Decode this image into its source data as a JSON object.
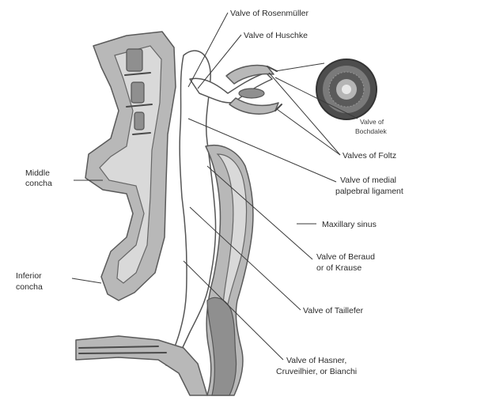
{
  "labels": {
    "rosenmuller": "Valve of Rosenmüller",
    "huschke": "Valve of Huschke",
    "bochdalek_1": "Valve of",
    "bochdalek_2": "Bochdalek",
    "foltz": "Valves of Foltz",
    "medial_1": "Valve of medial",
    "medial_2": "palpebral ligament",
    "maxillary": "Maxillary sinus",
    "beraud_1": "Valve of Beraud",
    "beraud_2": "or of Krause",
    "taillefer": "Valve of Taillefer",
    "hasner_1": "Valve of Hasner,",
    "hasner_2": "Cruveilhier, or Bianchi",
    "middle_1": "Middle",
    "middle_2": "concha",
    "inferior_1": "Inferior",
    "inferior_2": "concha"
  },
  "colors": {
    "mucosa": "#b8b8b8",
    "dark_tissue": "#8f8f8f",
    "light_tissue": "#d9d9d9",
    "line": "#3a3a3a"
  }
}
